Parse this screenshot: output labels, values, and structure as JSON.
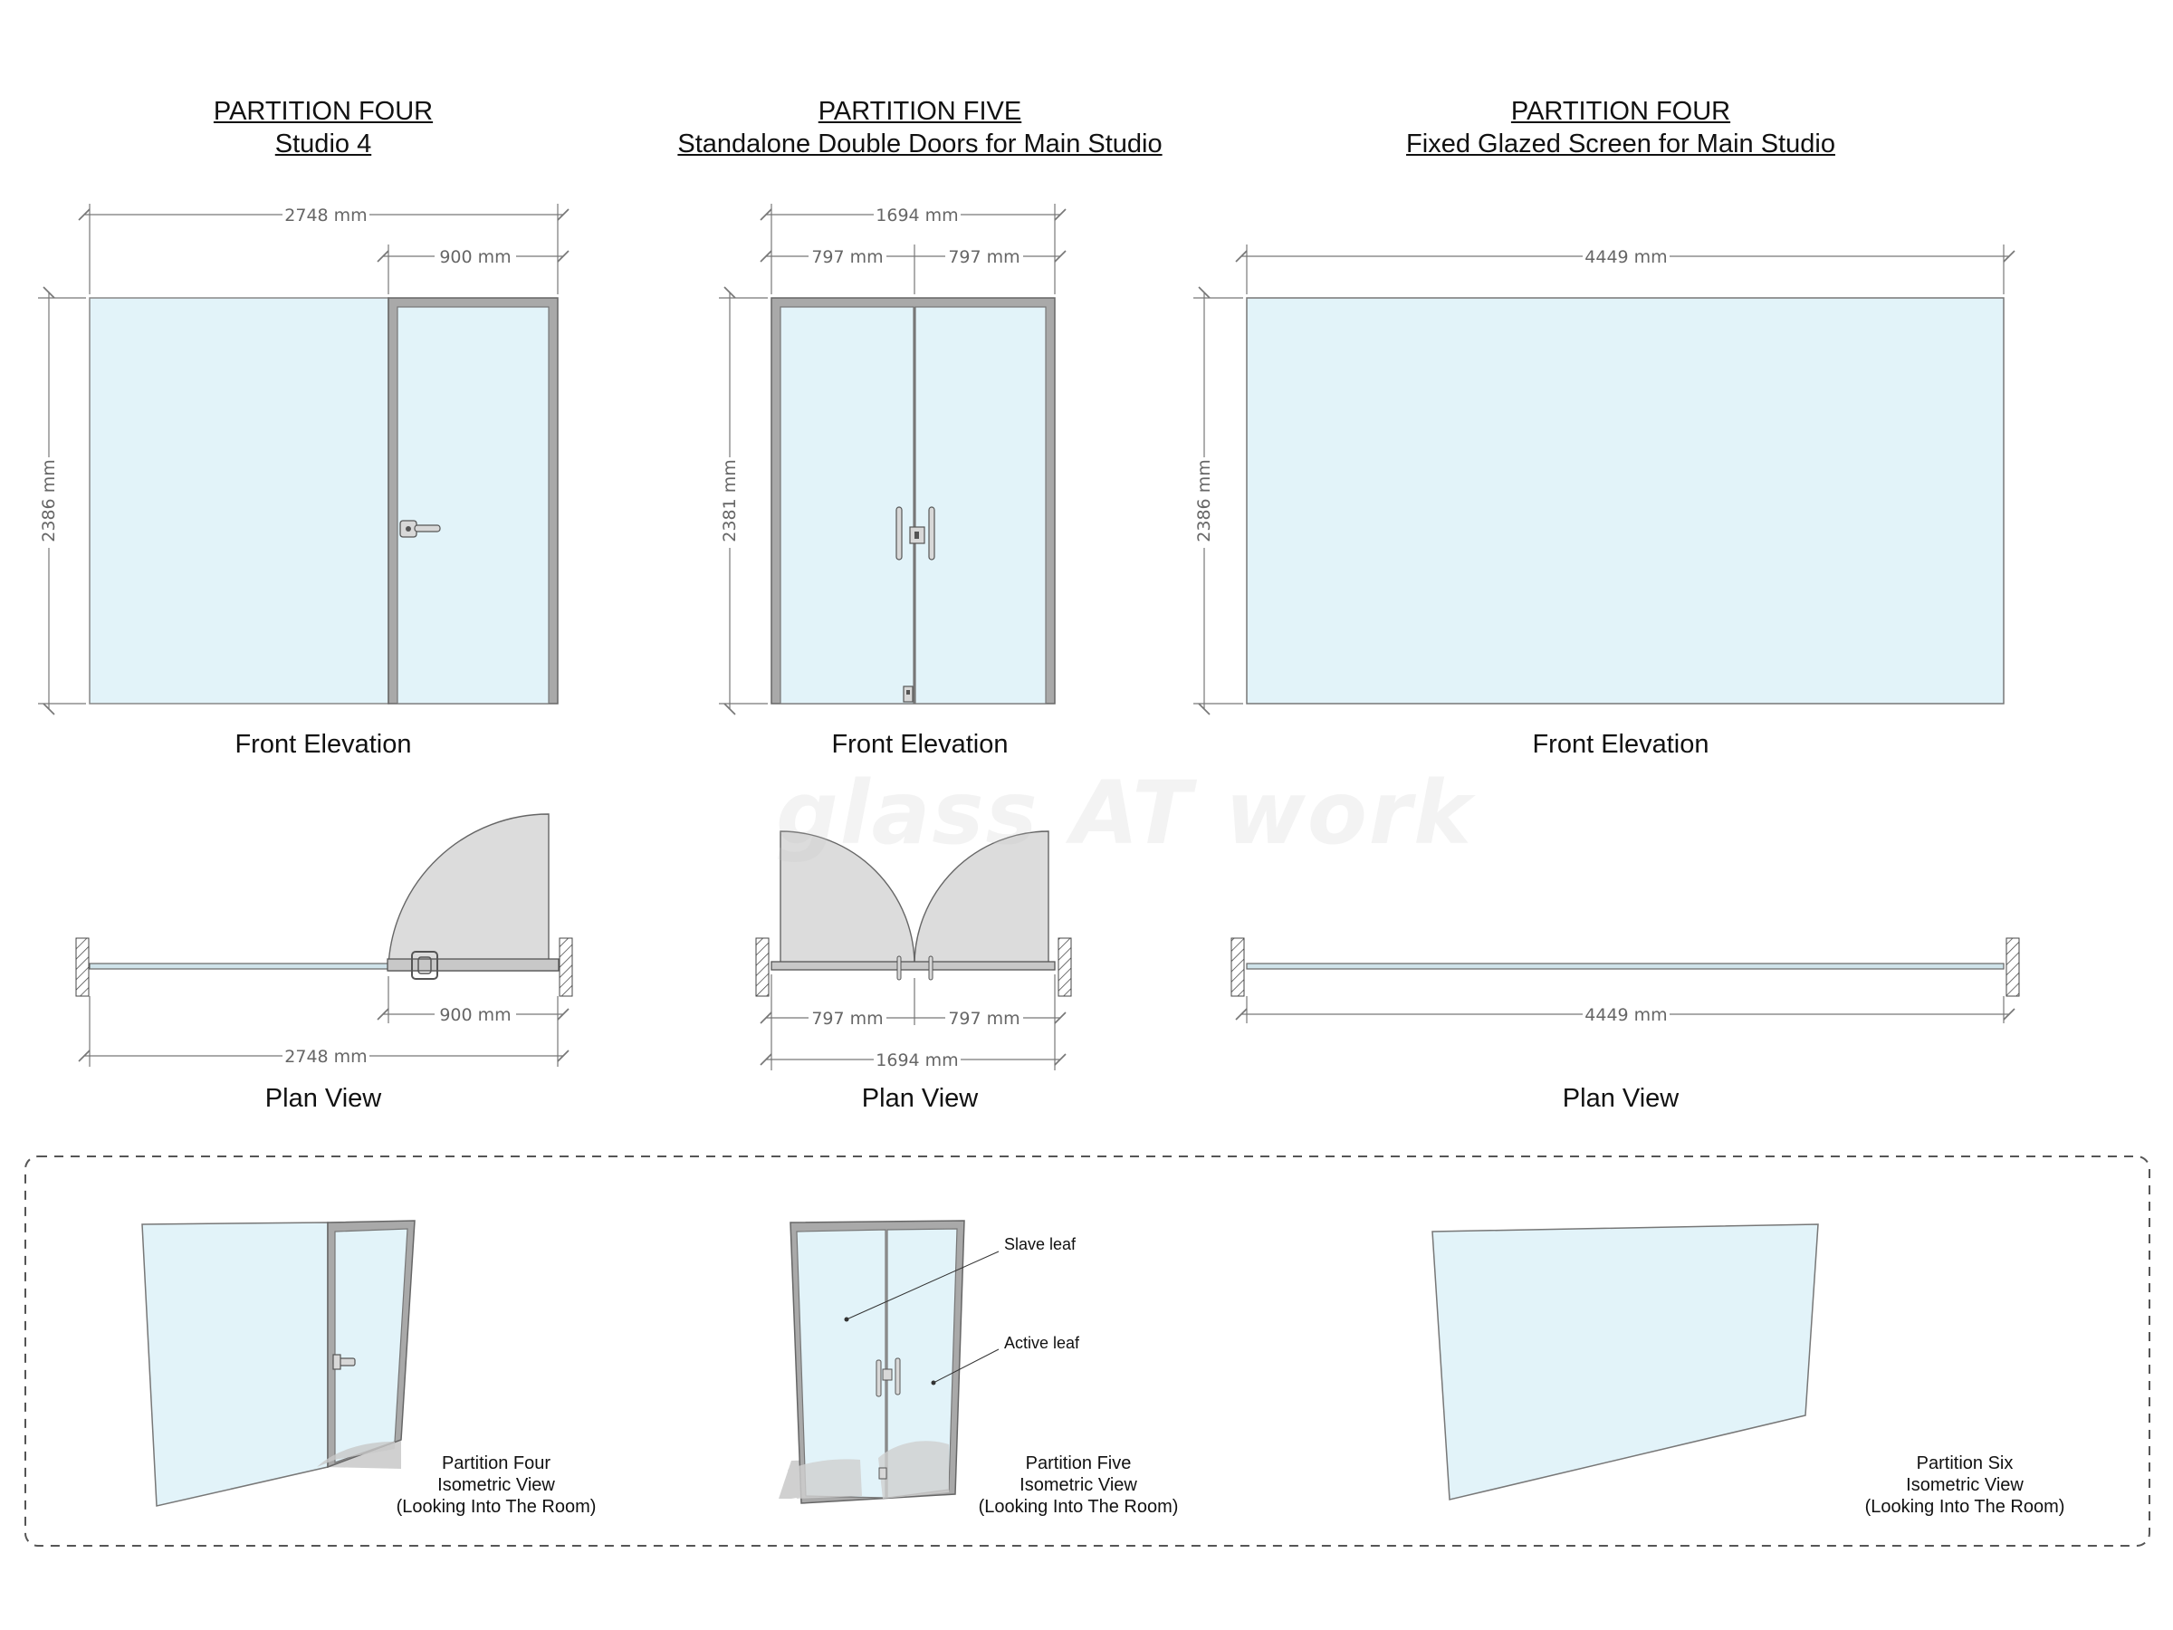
{
  "sections": [
    {
      "heading": "PARTITION FOUR",
      "subheading": "Studio 4"
    },
    {
      "heading": "PARTITION FIVE",
      "subheading": "Standalone Double Doors for Main Studio"
    },
    {
      "heading": "PARTITION FOUR",
      "subheading": "Fixed Glazed Screen for Main Studio"
    }
  ],
  "elevation_label": "Front Elevation",
  "plan_label": "Plan View",
  "dims": {
    "p4_width": "2748 mm",
    "p4_door": "900 mm",
    "p4_height": "2386 mm",
    "p5_width": "1694 mm",
    "p5_leaf": "797 mm",
    "p5_height": "2381 mm",
    "p6_width": "4449 mm",
    "p6_height": "2386 mm"
  },
  "watermark": "glass AT work",
  "isometric": [
    {
      "line1": "Partition Four",
      "line2": "Isometric View",
      "line3": "(Looking Into The Room)"
    },
    {
      "line1": "Partition Five",
      "line2": "Isometric View",
      "line3": "(Looking Into The Room)"
    },
    {
      "line1": "Partition Six",
      "line2": "Isometric View",
      "line3": "(Looking Into The Room)"
    }
  ],
  "callouts": {
    "slave_leaf": "Slave leaf",
    "active_leaf": "Active leaf"
  },
  "colors": {
    "glass": "#e2f3f9",
    "frame": "#a9a9a9",
    "door_swing": "#dcdcdc",
    "dim_line": "#777777"
  }
}
